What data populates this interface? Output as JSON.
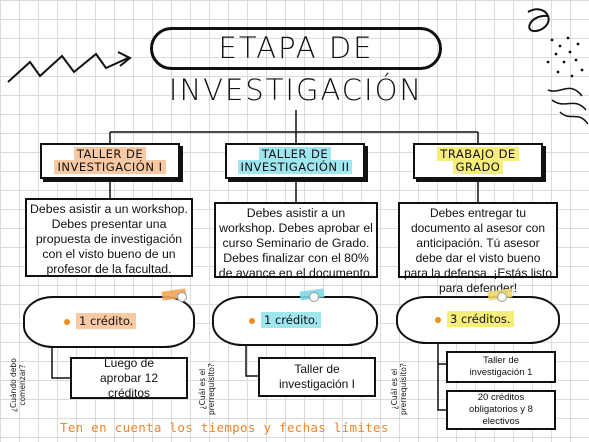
{
  "title": {
    "line1": "ETAPA DE",
    "line2": "INVESTIGACIÓN"
  },
  "colors": {
    "orange": "#f9c9a3",
    "cyan": "#9fe6ef",
    "yellow": "#f7ed7b",
    "dot": "#f28c1b",
    "accent_text": "#f0852c",
    "tape_orange": "#f2a65a",
    "tape_cyan": "#7fd7e6",
    "tape_yellow": "#f0d66b"
  },
  "columns": [
    {
      "heading_line1": "TALLER DE",
      "heading_line2": "INVESTIGACIÓN I",
      "description": "Debes asistir a un workshop. Debes presentar una propuesta de investigación con el visto bueno de un profesor de la facultad.",
      "credit": "1 crédito.",
      "side_label_1": "¿Cuándo debo",
      "side_label_2": "comenzar?",
      "requirements": [
        "Luego de aprobar 12 créditos"
      ]
    },
    {
      "heading_line1": "TALLER DE",
      "heading_line2": "INVESTIGACIÓN II",
      "description": "Debes asistir a un workshop. Debes aprobar el curso Seminario de Grado. Debes finalizar con el 80% de avance en el documento.",
      "credit": "1 crédito.",
      "side_label_1": "¿Cuál es el",
      "side_label_2": "prerrequisito?",
      "requirements": [
        "Taller de investigación I"
      ]
    },
    {
      "heading_line1": "TRABAJO DE",
      "heading_line2": "GRADO",
      "description": "Debes entregar tu documento al asesor con anticipación. Tú asesor debe dar el visto bueno para la defensa. ¡Estás listo para defender!",
      "credit": "3 créditos.",
      "side_label_1": "¿Cuál es el",
      "side_label_2": "prerrequisito?",
      "requirements": [
        "Taller de investigación 1",
        "20 créditos obligatorios y 8 electivos"
      ]
    }
  ],
  "footer": "Ten en cuenta los tiempos y fechas límites"
}
